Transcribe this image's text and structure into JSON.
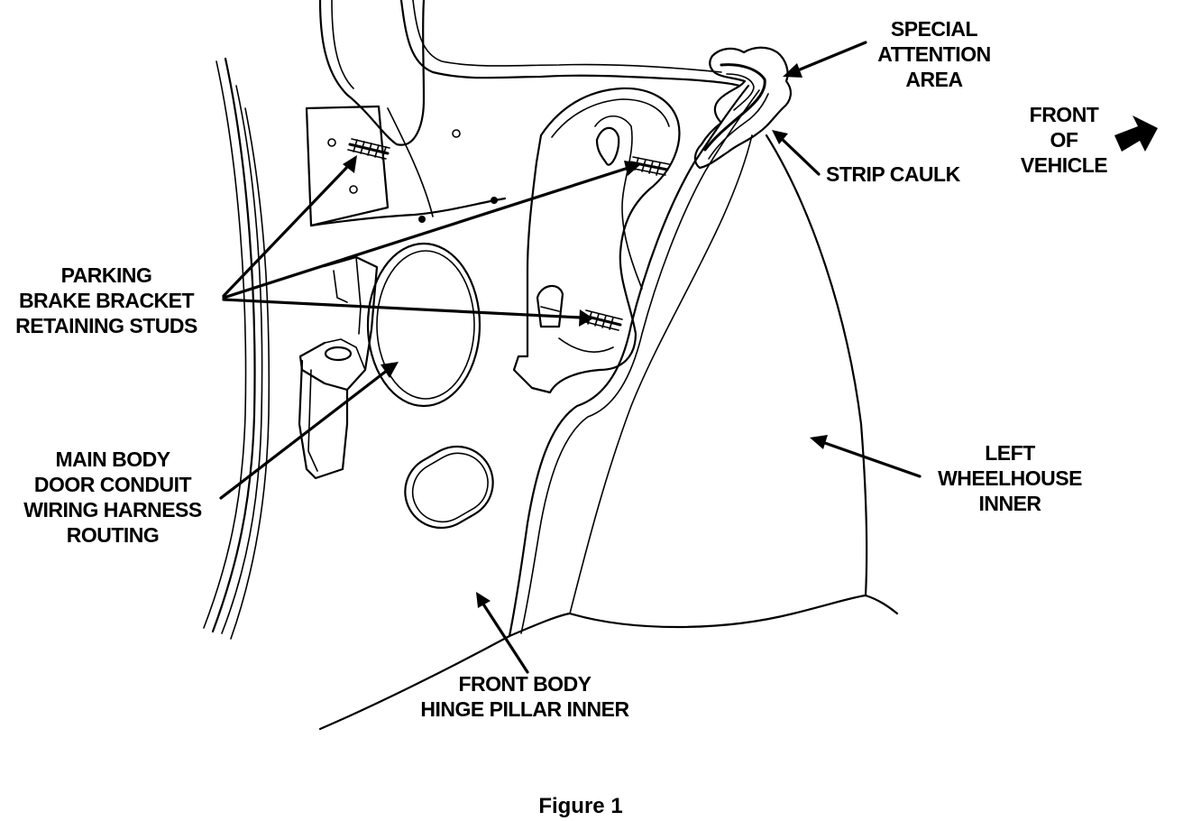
{
  "labels": {
    "special_attention": [
      "SPECIAL",
      "ATTENTION",
      "AREA"
    ],
    "front_of_vehicle": [
      "FRONT",
      "OF",
      "VEHICLE"
    ],
    "strip_caulk": "STRIP CAULK",
    "parking_brake": [
      "PARKING",
      "BRAKE BRACKET",
      "RETAINING STUDS"
    ],
    "main_body": [
      "MAIN BODY",
      "DOOR CONDUIT",
      "WIRING HARNESS",
      "ROUTING"
    ],
    "left_wheelhouse": [
      "LEFT",
      "WHEELHOUSE",
      "INNER"
    ],
    "front_body": [
      "FRONT BODY",
      "HINGE PILLAR INNER"
    ]
  },
  "caption": "Figure 1",
  "icons": {
    "direction_arrow": "front-direction-arrow-icon"
  },
  "colors": {
    "ink": "#000000",
    "paper": "#ffffff"
  }
}
